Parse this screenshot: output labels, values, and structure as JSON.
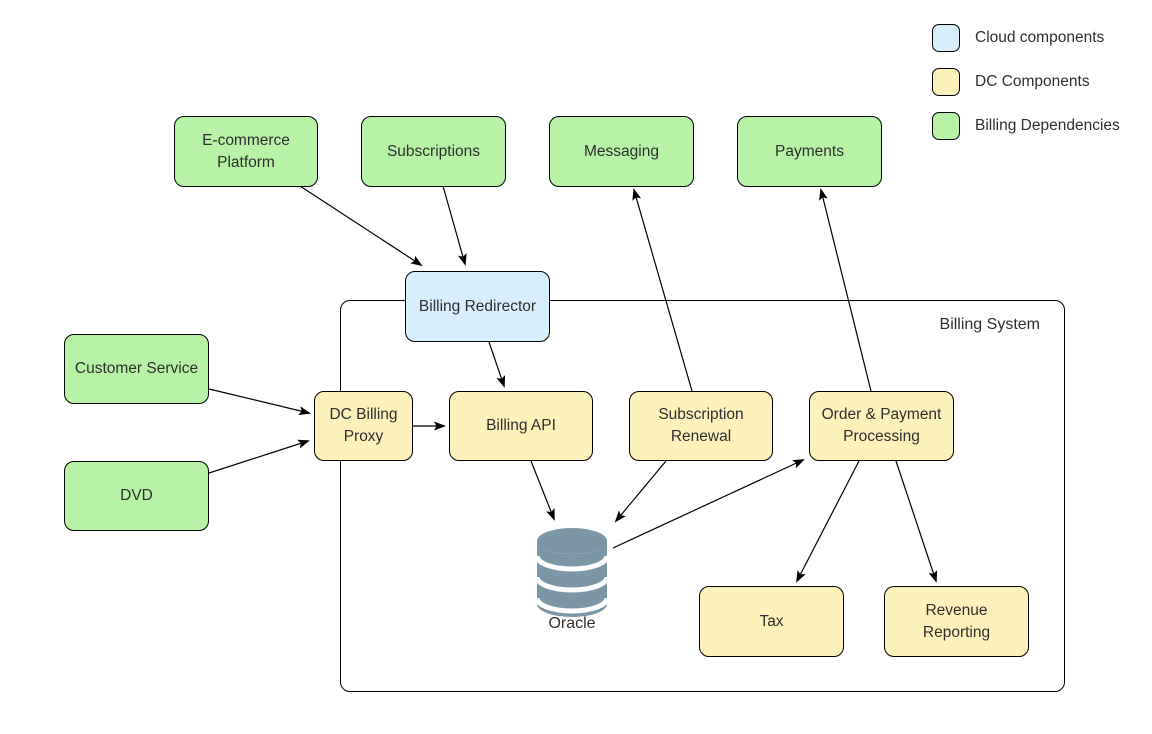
{
  "diagram": {
    "title": "Billing System",
    "colors": {
      "cloud": "#d8eefc",
      "dc": "#fdf2bb",
      "dependency": "#b7f2a7",
      "database": "#7d96a5",
      "connector": "#000000"
    },
    "legend": [
      {
        "label": "Cloud components",
        "type": "cloud"
      },
      {
        "label": "DC Components",
        "type": "dc"
      },
      {
        "label": "Billing Dependencies",
        "type": "dependency"
      }
    ],
    "nodes": {
      "ecommerce_platform": {
        "label": "E-commerce\nPlatform",
        "type": "dependency"
      },
      "subscriptions": {
        "label": "Subscriptions",
        "type": "dependency"
      },
      "messaging": {
        "label": "Messaging",
        "type": "dependency"
      },
      "payments": {
        "label": "Payments",
        "type": "dependency"
      },
      "billing_redirector": {
        "label": "Billing Redirector",
        "type": "cloud"
      },
      "customer_service": {
        "label": "Customer Service",
        "type": "dependency"
      },
      "dvd": {
        "label": "DVD",
        "type": "dependency"
      },
      "dc_billing_proxy": {
        "label": "DC Billing\nProxy",
        "type": "dc"
      },
      "billing_api": {
        "label": "Billing API",
        "type": "dc"
      },
      "subscription_renewal": {
        "label": "Subscription\nRenewal",
        "type": "dc"
      },
      "order_payment_processing": {
        "label": "Order & Payment\nProcessing",
        "type": "dc"
      },
      "tax": {
        "label": "Tax",
        "type": "dc"
      },
      "revenue_reporting": {
        "label": "Revenue\nReporting",
        "type": "dc"
      },
      "oracle_db": {
        "label": "Oracle",
        "type": "database"
      }
    },
    "edges": [
      {
        "from": "ecommerce_platform",
        "to": "billing_redirector"
      },
      {
        "from": "subscriptions",
        "to": "billing_redirector"
      },
      {
        "from": "billing_redirector",
        "to": "billing_api"
      },
      {
        "from": "customer_service",
        "to": "dc_billing_proxy"
      },
      {
        "from": "dvd",
        "to": "dc_billing_proxy"
      },
      {
        "from": "dc_billing_proxy",
        "to": "billing_api"
      },
      {
        "from": "billing_api",
        "to": "oracle_db"
      },
      {
        "from": "subscription_renewal",
        "to": "oracle_db"
      },
      {
        "from": "oracle_db",
        "to": "order_payment_processing"
      },
      {
        "from": "subscription_renewal",
        "to": "messaging"
      },
      {
        "from": "order_payment_processing",
        "to": "payments"
      },
      {
        "from": "order_payment_processing",
        "to": "tax"
      },
      {
        "from": "order_payment_processing",
        "to": "revenue_reporting"
      }
    ]
  }
}
